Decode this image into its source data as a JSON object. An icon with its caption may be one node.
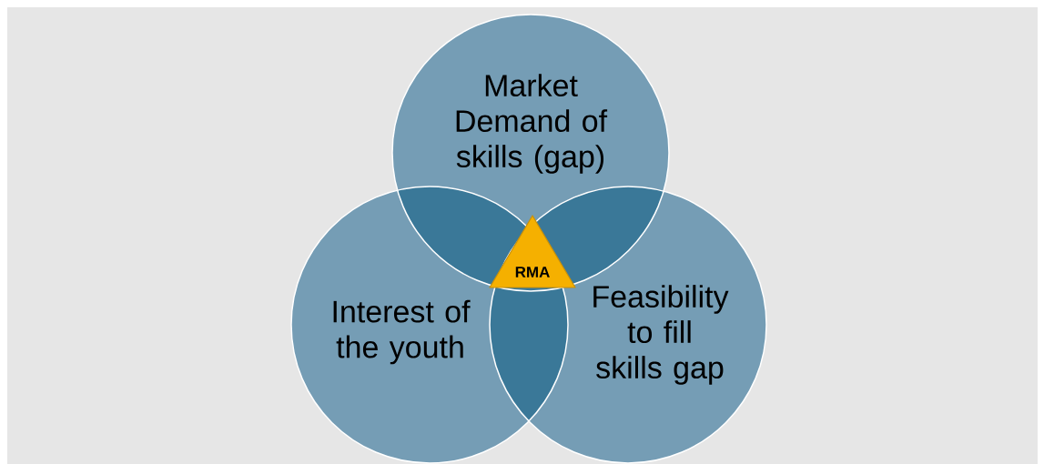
{
  "diagram": {
    "nodes": [
      {
        "text": [
          "Market Demand of skills (gap)"
        ]
      },
      {
        "text": [
          "Interest of the youth"
        ]
      },
      {
        "text": [
          "Feasibility to fill skills gap"
        ]
      },
      {
        "text": [
          "RMA"
        ]
      }
    ]
  }
}
